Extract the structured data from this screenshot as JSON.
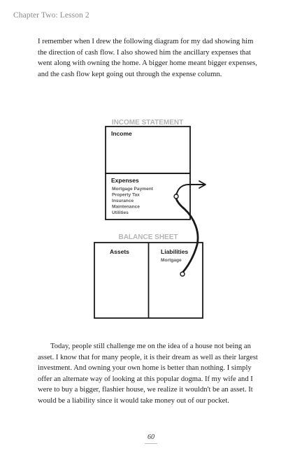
{
  "header": {
    "running_head": "Chapter Two: Lesson 2"
  },
  "body": {
    "paragraph_1": "I remember when I drew the following diagram for my dad showing him the direction of cash flow. I also showed him the ancillary expenses that went along with owning the home. A bigger home meant bigger expenses, and the cash flow kept going out through the expense column.",
    "paragraph_2": "Today, people still challenge me on the idea of a house not being an asset. I know that for many people, it is their dream as well as their largest investment. And owning your own home is better than nothing. I simply offer an alternate way of looking at this popular dogma. If my wife and I were to buy a bigger, flashier house, we realize it wouldn't be an asset. It would be a liability since it would take money out of our pocket."
  },
  "diagram": {
    "income_statement": {
      "title": "INCOME STATEMENT",
      "income_label": "Income",
      "expenses_label": "Expenses",
      "expense_items": [
        "Mortgage Payment",
        "Property Tax",
        "Insurance",
        "Maintenance",
        "Utilities"
      ]
    },
    "balance_sheet": {
      "title": "BALANCE SHEET",
      "assets_label": "Assets",
      "liabilities_label": "Liabilities",
      "liability_items": [
        "Mortgage"
      ]
    },
    "colors": {
      "box_stroke": "#1a1a1a",
      "title_gray": "#b4b4b4",
      "small_text": "#555555"
    }
  },
  "footer": {
    "page_number": "60"
  }
}
